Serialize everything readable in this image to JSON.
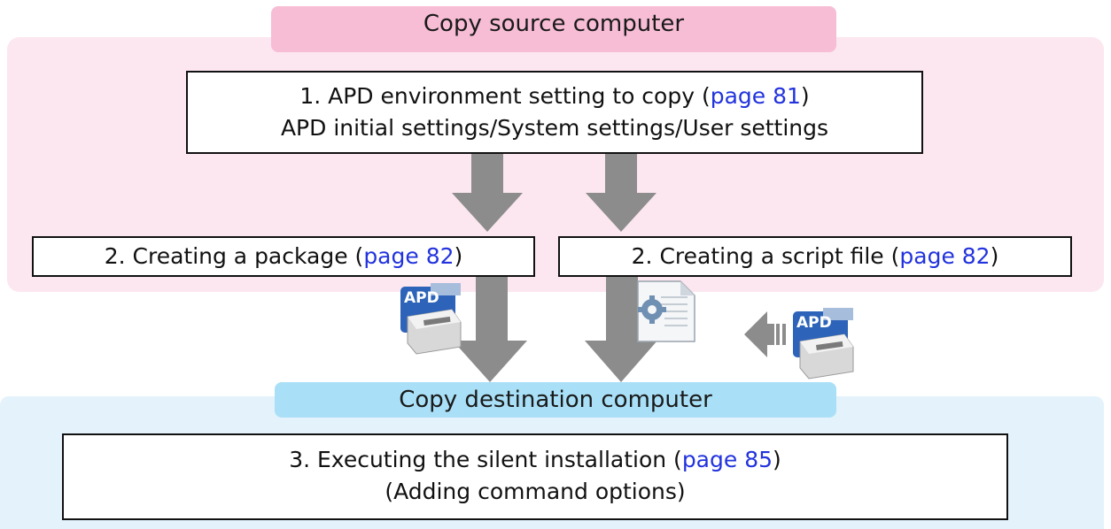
{
  "colors": {
    "source_region": "#fce6ef",
    "source_title": "#f7bdd5",
    "destination_region": "#e3f2fb",
    "destination_title": "#a9e0f7",
    "arrow": "#8c8c8c",
    "link": "#2233dd"
  },
  "source": {
    "title": "Copy source computer"
  },
  "step1": {
    "line1_prefix": "1. APD environment setting to copy (",
    "line1_link": "page 81",
    "line1_suffix": ")",
    "line2": "APD initial settings/System settings/User settings"
  },
  "step2_package": {
    "prefix": "2. Creating a package (",
    "link": "page 82",
    "suffix": ")"
  },
  "step2_script": {
    "prefix": "2. Creating a script file (",
    "link": "page 82",
    "suffix": ")"
  },
  "destination": {
    "title": "Copy destination computer"
  },
  "step3": {
    "line1_prefix": "3. Executing the silent installation (",
    "line1_link": "page 85",
    "line1_suffix": ")",
    "line2": "(Adding command options)"
  },
  "icons": {
    "package_icon_label": "APD",
    "driver_icon_label": "APD",
    "package_icon": "apd-printer-icon",
    "script_icon": "script-file-gear-icon",
    "driver_icon": "apd-printer-icon"
  }
}
